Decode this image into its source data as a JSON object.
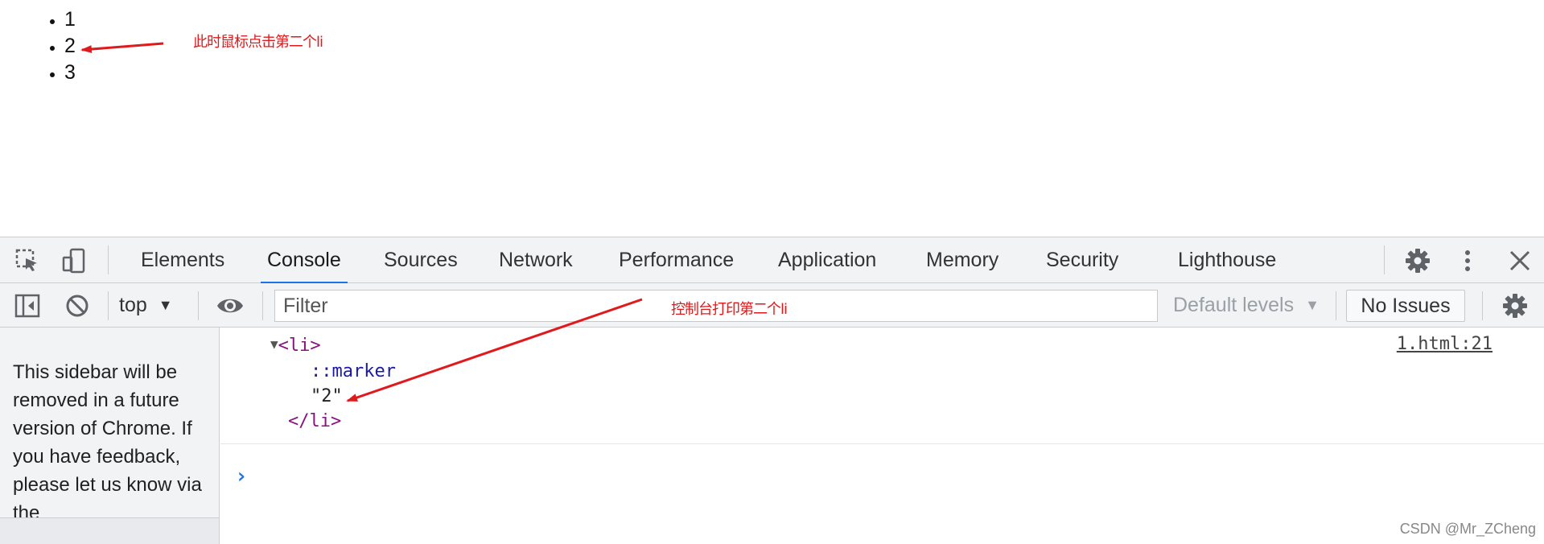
{
  "page": {
    "list_items": [
      "1",
      "2",
      "3"
    ],
    "annotation_top": "此时鼠标点击第二个li",
    "annotation_console": "控制台打印第二个li"
  },
  "devtools": {
    "tabs": [
      {
        "label": "Elements"
      },
      {
        "label": "Console",
        "active": true
      },
      {
        "label": "Sources"
      },
      {
        "label": "Network"
      },
      {
        "label": "Performance"
      },
      {
        "label": "Application"
      },
      {
        "label": "Memory"
      },
      {
        "label": "Security"
      },
      {
        "label": "Lighthouse"
      }
    ],
    "toolbar": {
      "context": "top",
      "filter_placeholder": "Filter",
      "levels": "Default levels",
      "issues": "No Issues"
    },
    "sidebar_text": "This sidebar will be removed in a future version of Chrome. If you have feedback, please let us know via the",
    "console": {
      "open_tag": "<li>",
      "marker": "::marker",
      "text_node": "\"2\"",
      "close_tag": "</li>",
      "source": "1.html:21"
    }
  },
  "colors": {
    "annotation": "#e0191d",
    "active_tab": "#1a73e8",
    "tag": "#881280"
  },
  "watermark": "CSDN @Mr_ZCheng"
}
